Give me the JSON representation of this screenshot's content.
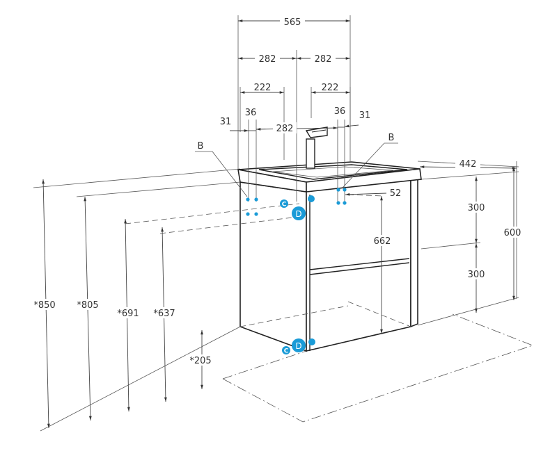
{
  "dimensions": {
    "total_width": "565",
    "half_left": "282",
    "half_right": "282",
    "hole_left": "222",
    "hole_right": "222",
    "edge_left": "31",
    "edge_right": "31",
    "offset_left": "36",
    "offset_right": "36",
    "mixer_spacing": "282",
    "depth": "442",
    "side_offset": "52",
    "cabinet_height": "662",
    "upper_drawer": "300",
    "lower_drawer": "300",
    "side_height": "600",
    "height_850": "*850",
    "height_805": "*805",
    "height_691": "*691",
    "height_637": "*637",
    "height_205": "*205"
  },
  "markers": {
    "b_left": "B",
    "b_right": "B",
    "c": "C",
    "d": "D"
  },
  "colors": {
    "line": "#222222",
    "marker": "#1a9bd7"
  }
}
